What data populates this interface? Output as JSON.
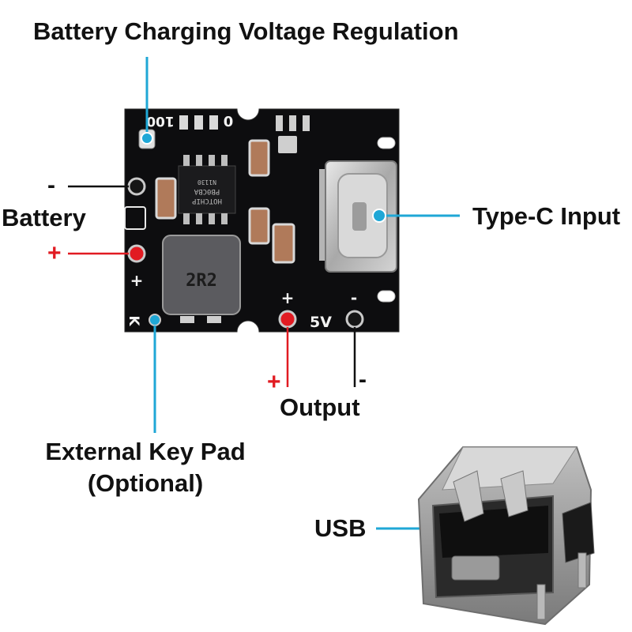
{
  "labels": {
    "voltage_regulation": "Battery Charging Voltage Regulation",
    "battery": "Battery",
    "type_c_input": "Type-C Input",
    "output": "Output",
    "external_key_pad": "External Key Pad",
    "optional": "(Optional)",
    "usb": "USB"
  },
  "signs": {
    "battery_minus": "-",
    "battery_plus": "+",
    "output_plus": "+",
    "output_minus": "-"
  },
  "board_silkscreen": {
    "resistor_code": "100",
    "zero_mark": "0",
    "inductor_code": "2R2",
    "voltage_mark": "5V",
    "key_mark": "K",
    "plus_mark": "+",
    "minus_mark": "-",
    "chip_text_1": "HOTCHIP",
    "chip_text_2": "PB0CBA",
    "chip_text_3": "N1130"
  },
  "colors": {
    "board": "#0d0d0f",
    "callout_blue": "#1fa7d6",
    "positive_red": "#e11b22",
    "text": "#111111"
  },
  "icons": {
    "positive_terminal": "red-dot-icon",
    "negative_terminal": "black-dot-icon",
    "callout_point": "blue-dot-icon"
  }
}
